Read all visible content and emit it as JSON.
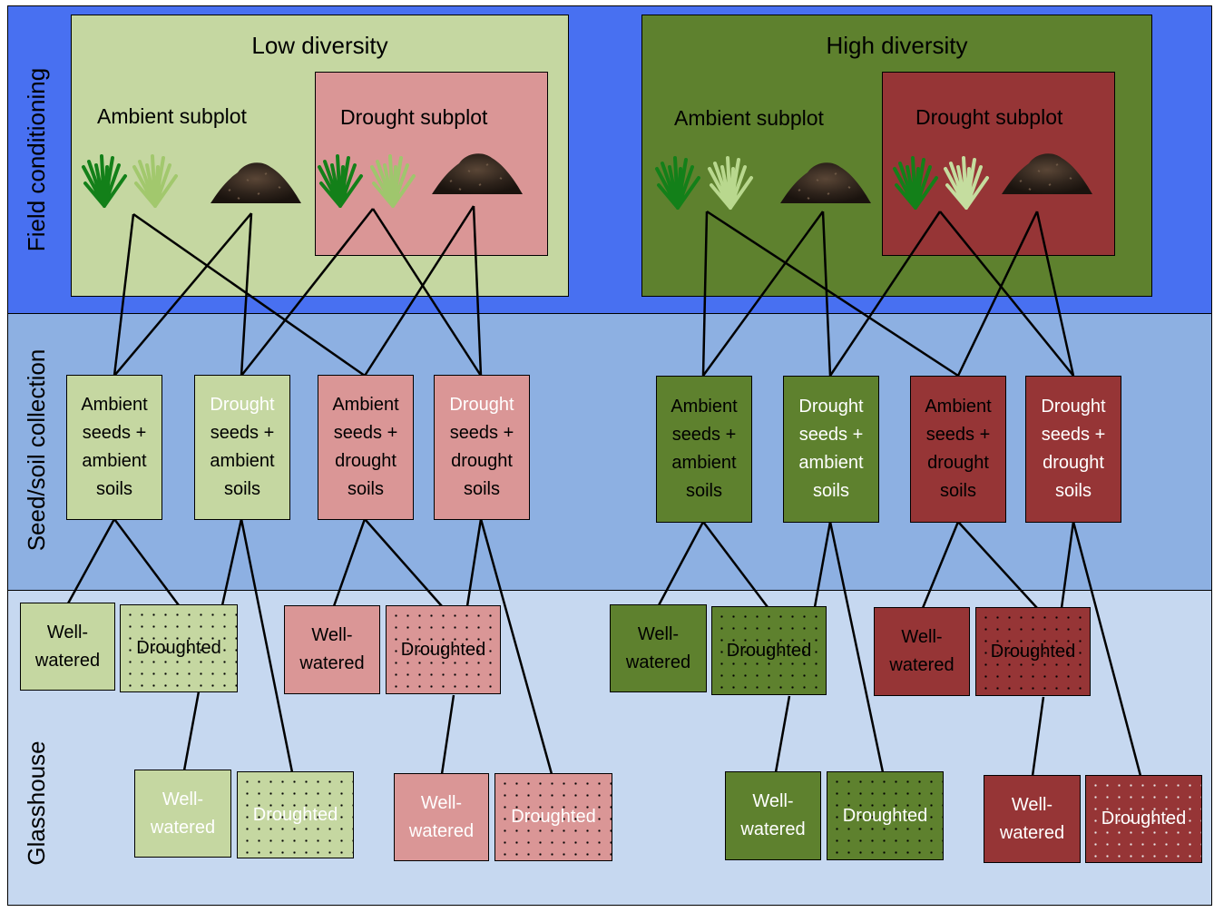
{
  "bands": {
    "field": "Field conditioning",
    "collection": "Seed/soil collection",
    "glasshouse": "Glasshouse"
  },
  "low": {
    "title": "Low diversity",
    "ambient": "Ambient subplot",
    "drought": "Drought subplot"
  },
  "high": {
    "title": "High diversity",
    "ambient": "Ambient subplot",
    "drought": "Drought subplot"
  },
  "collection": {
    "aa": [
      "Ambient",
      "seeds +",
      "ambient",
      "soils"
    ],
    "da": [
      "Drought",
      "seeds +",
      "ambient",
      "soils"
    ],
    "ad": [
      "Ambient",
      "seeds +",
      "drought",
      "soils"
    ],
    "dd": [
      "Drought",
      "seeds +",
      "drought",
      "soils"
    ]
  },
  "treatments": {
    "well_1": "Well-",
    "well_2": "watered",
    "droughted": "Droughted"
  },
  "colors": {
    "field_band": "#4870f1",
    "collection_band": "#8db0e2",
    "glasshouse_band": "#c6d8f0",
    "low_plot": "#c5d7a1",
    "low_drought": "#da9696",
    "high_plot": "#5e812e",
    "high_drought": "#963536"
  }
}
